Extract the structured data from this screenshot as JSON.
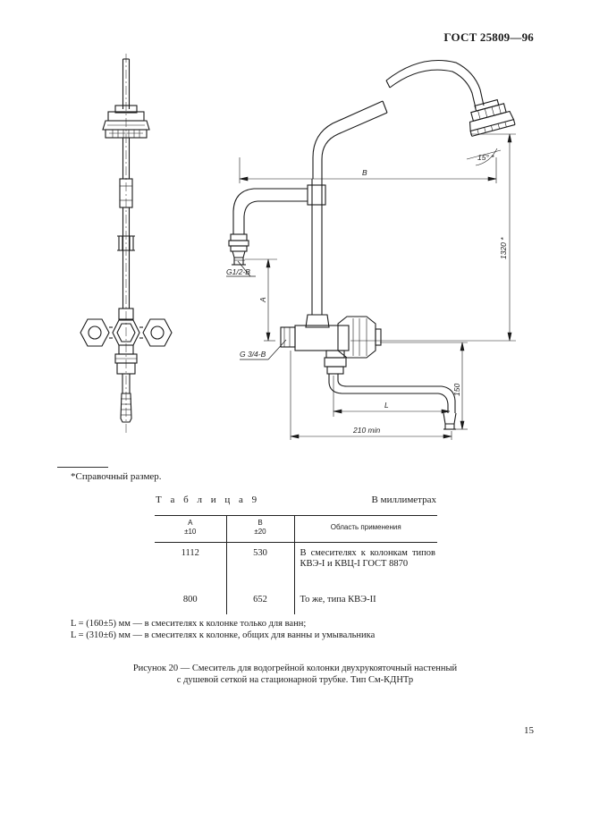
{
  "header": {
    "standard": "ГОСТ 25809—96"
  },
  "drawing": {
    "dims": {
      "B": "B",
      "A": "A",
      "H1320": "1320 *",
      "angle15": "15° *",
      "G12B": "G1/2-B",
      "G34B": "G 3/4-B",
      "L": "L",
      "d150": "150",
      "d210": "210 min"
    }
  },
  "footnote": "*Справочный размер.",
  "table": {
    "caption": "Т а б л и ц а 9",
    "units": "В миллиметрах",
    "headers": {
      "a_name": "A",
      "a_tol": "±10",
      "b_name": "B",
      "b_tol": "±20",
      "area": "Область применения"
    },
    "rows": [
      {
        "a": "1112",
        "b": "530",
        "area": "В смесителях к колонкам типов КВЭ-I и КВЦ-I ГОСТ 8870"
      },
      {
        "a": "800",
        "b": "652",
        "area": "То же, типа КВЭ-II"
      }
    ]
  },
  "notes": {
    "n1": "L = (160±5) мм — в смесителях к колонке только для ванн;",
    "n2": "L = (310±6) мм — в смесителях к колонке, общих для ванны и умывальника"
  },
  "figure_caption": {
    "line1": "Рисунок 20 — Смеситель для водогрейной колонки двухрукояточный настенный",
    "line2": "с душевой сеткой на стационарной трубке. Тип См-КДНТр"
  },
  "page_number": "15"
}
